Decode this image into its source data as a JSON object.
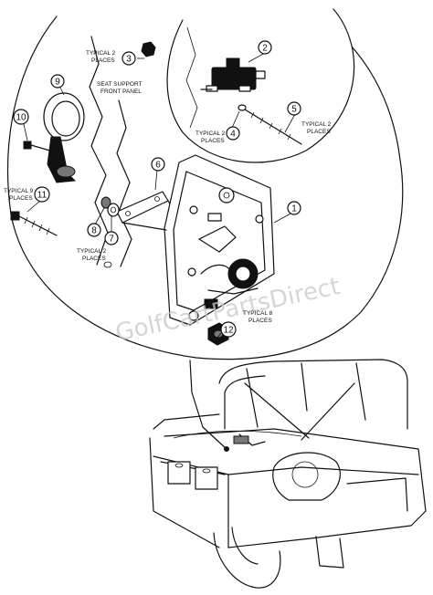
{
  "watermark": "GolfCartPartsDirect",
  "callouts": [
    "1",
    "2",
    "3",
    "4",
    "5",
    "6",
    "7",
    "8",
    "9",
    "10",
    "11",
    "12"
  ],
  "notes": {
    "n3": [
      "TYPICAL 2",
      "PLACES"
    ],
    "n4": [
      "TYPICAL 2",
      "PLACES"
    ],
    "n5": [
      "TYPICAL 2",
      "PLACES"
    ],
    "n7": [
      "TYPICAL 2",
      "PLACES"
    ],
    "n11": [
      "TYPICAL 9",
      "PLACES"
    ],
    "n12": [
      "TYPICAL 8",
      "PLACES"
    ],
    "seat": [
      "SEAT SUPPORT",
      "FRONT PANEL"
    ]
  }
}
